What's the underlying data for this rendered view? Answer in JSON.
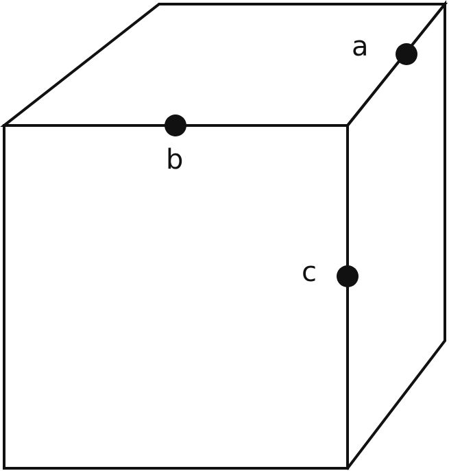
{
  "diagram": {
    "points": [
      {
        "id": "a",
        "label": "a"
      },
      {
        "id": "b",
        "label": "b"
      },
      {
        "id": "c",
        "label": "c"
      }
    ]
  }
}
